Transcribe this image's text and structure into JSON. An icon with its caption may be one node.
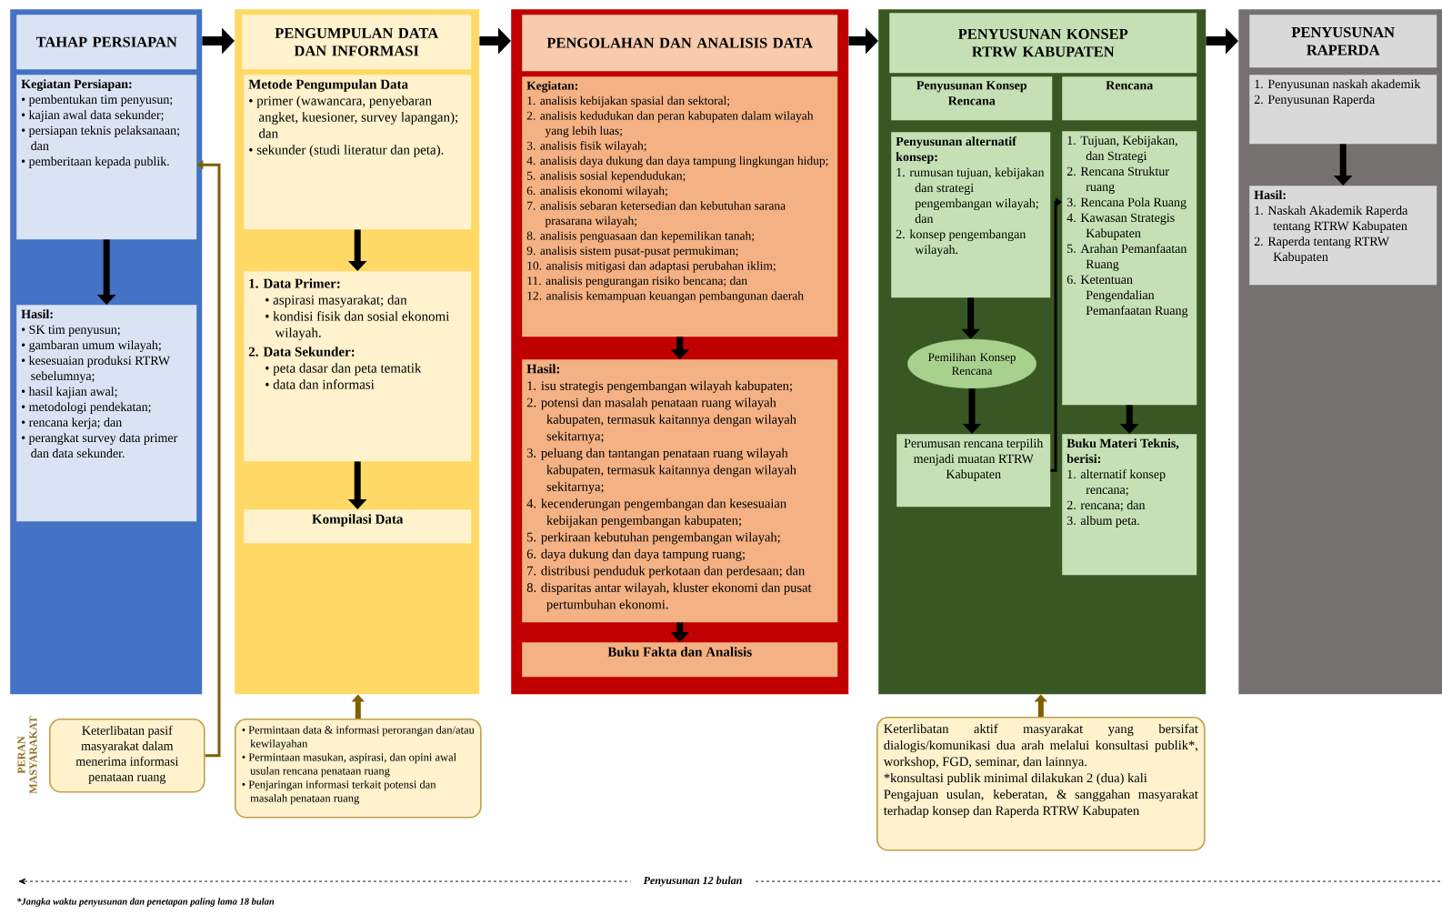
{
  "diagram": {
    "nodes": [
      {
        "text": [
          "TAHAP PERSIAPAN"
        ]
      },
      {
        "text": [
          "Kegiatan Persiapan:",
          "• pembentukan tim penyusun;",
          "• kajian awal data sekunder;",
          "• persiapan teknis pelaksanaan; dan",
          "• pemberitaan kepada publik."
        ],
        "in": 0
      },
      {
        "text": [
          "Hasil:",
          "• SK tim penyusun;",
          "• gambaran umum wilayah;",
          "• kesesuaian produksi RTRW sebelumnya;",
          "• hasil kajian awal;",
          "• metodologi pendekatan;",
          "• rencana kerja; dan",
          "• perangkat survey data primer dan data sekunder."
        ],
        "in": 0
      },
      {
        "text": [
          "PENGUMPULAN DATA DAN INFORMASI"
        ]
      },
      {
        "text": [
          "Metode Pengumpulan Data",
          "• primer (wawancara, penyebaran angket, kuesioner, survey lapangan); dan",
          "• sekunder (studi literatur dan peta)."
        ],
        "in": 3
      },
      {
        "text": [
          "1. Data Primer:",
          "• aspirasi masyarakat; dan",
          "• kondisi fisik dan sosial ekonomi wilayah.",
          "2. Data Sekunder:",
          "• peta dasar dan peta tematik",
          "• data dan informasi"
        ],
        "in": 3
      },
      {
        "text": [
          "Kompilasi Data"
        ],
        "in": 3
      },
      {
        "text": [
          "PENGOLAHAN DAN ANALISIS DATA"
        ]
      },
      {
        "text": [
          "Kegiatan:",
          "1. analisis kebijakan spasial dan sektoral;",
          "2. analisis kedudukan dan peran kabupaten dalam wilayah yang lebih luas;",
          "3. analisis fisik wilayah;",
          "4. analisis daya dukung dan daya tampung lingkungan hidup;",
          "5. analisis sosial kependudukan;",
          "6. analisis ekonomi wilayah;",
          "7. analisis sebaran ketersedian dan kebutuhan sarana prasarana wilayah;",
          "8. analisis penguasaan dan kepemilikan tanah;",
          "9. analisis sistem pusat-pusat permukiman;",
          "10. analisis mitigasi dan adaptasi perubahan iklim;",
          "11. analisis pengurangan risiko bencana; dan",
          "12. analisis kemampuan keuangan pembangunan daerah"
        ],
        "in": 7
      },
      {
        "text": [
          "Hasil:",
          "1. isu strategis pengembangan wilayah kabupaten;",
          "2. potensi dan masalah penataan ruang wilayah kabupaten, termasuk kaitannya dengan wilayah sekitarnya;",
          "3. peluang dan tantangan penataan ruang wilayah kabupaten, termasuk kaitannya dengan wilayah sekitarnya;",
          "4. kecenderungan pengembangan dan kesesuaian kebijakan pengembangan kabupaten;",
          "5. perkiraan kebutuhan pengembangan wilayah;",
          "6. daya dukung dan daya tampung ruang;",
          "7. distribusi penduduk perkotaan dan perdesaan; dan",
          "8. disparitas antar wilayah, kluster ekonomi dan pusat pertumbuhan ekonomi."
        ],
        "in": 7
      },
      {
        "text": [
          "Buku Fakta dan Analisis"
        ],
        "in": 7
      },
      {
        "text": [
          "PENYUSUNAN KONSEP RTRW KABUPATEN"
        ]
      },
      {
        "text": [
          "Penyusunan Konsep Rencana"
        ],
        "in": 11
      },
      {
        "text": [
          "Rencana"
        ],
        "in": 11
      },
      {
        "text": [
          "Penyusunan alternatif konsep:",
          "1. rumusan tujuan, kebijakan dan strategi pengembangan wilayah; dan",
          "2. konsep pengembangan wilayah."
        ],
        "in": 11
      },
      {
        "text": [
          "Pemilihan Konsep Rencana"
        ],
        "in": 11
      },
      {
        "text": [
          "Perumusan rencana terpilih menjadi muatan RTRW Kabupaten"
        ],
        "in": 11
      },
      {
        "text": [
          "1. Tujuan, Kebijakan, dan Strategi",
          "2. Rencana Struktur ruang",
          "3. Rencana Pola Ruang",
          "4. Kawasan Strategis Kabupaten",
          "5. Arahan Pemanfaatan Ruang",
          "6. Ketentuan Pengendalian Pemanfaatan Ruang"
        ],
        "in": 11
      },
      {
        "text": [
          "**Buku Materi Teknis,** berisi:",
          "1. alternatif konsep rencana;",
          "2. rencana; dan",
          "3. album peta."
        ],
        "in": 11
      },
      {
        "text": [
          "PENYUSUNAN RAPERDA"
        ]
      },
      {
        "text": [
          "1. Penyusunan naskah akademik",
          "2. Penyusunan Raperda"
        ],
        "in": 19
      },
      {
        "text": [
          "Hasil:",
          "1. Naskah Akademik Raperda tentang RTRW Kabupaten",
          "2. Raperda tentang RTRW Kabupaten"
        ],
        "in": 19
      },
      {
        "text": [
          "Keterlibatan pasif masyarakat dalam menerima informasi penataan ruang"
        ]
      },
      {
        "text": [
          "• Permintaan data & informasi perorangan dan/atau kewilayahan",
          "• Permintaan masukan, aspirasi, dan opini awal usulan rencana penataan ruang",
          "• Penjaringan informasi terkait potensi dan masalah penataan ruang"
        ]
      },
      {
        "text": [
          "Keterlibatan aktif masyarakat yang bersifat dialogis/komunikasi dua arah melalui konsultasi publik*, workshop, FGD, seminar, dan lainnya.",
          "*konsultasi publik minimal dilakukan 2 (dua) kali",
          "Pengajuan usulan, keberatan, & sanggahan masyarakat terhadap konsep dan Raperda RTRW Kabupaten"
        ]
      }
    ],
    "edges": [
      {
        "from": 0,
        "to": 3,
        "arrow": "to"
      },
      {
        "from": 3,
        "to": 7,
        "arrow": "to"
      },
      {
        "from": 7,
        "to": 11,
        "arrow": "to"
      },
      {
        "from": 11,
        "to": 19,
        "arrow": "to"
      },
      {
        "from": 1,
        "to": 2,
        "arrow": "to"
      },
      {
        "from": 4,
        "to": 5,
        "arrow": "to"
      },
      {
        "from": 5,
        "to": 6,
        "arrow": "to"
      },
      {
        "from": 8,
        "to": 9,
        "arrow": "to"
      },
      {
        "from": 9,
        "to": 10,
        "arrow": "to"
      },
      {
        "from": 14,
        "to": 15,
        "arrow": "to"
      },
      {
        "from": 15,
        "to": 16,
        "arrow": "to"
      },
      {
        "from": 16,
        "to": 17,
        "arrow": "to"
      },
      {
        "from": 17,
        "to": 18,
        "arrow": "to"
      },
      {
        "from": 20,
        "to": 21,
        "arrow": "to"
      },
      {
        "from": 22,
        "to": 1,
        "arrow": "to",
        "color": "#7f6000"
      },
      {
        "from": 23,
        "to": 3,
        "arrow": "to",
        "color": "#7f6000"
      },
      {
        "from": 24,
        "to": 11,
        "arrow": "to",
        "color": "#7f6000"
      }
    ],
    "labels": [
      "PERAN MASYARAKAT",
      "Penyusunan 12 bulan",
      "*Jangka waktu penyusunan dan penetapan paling lama 18 bulan"
    ]
  }
}
